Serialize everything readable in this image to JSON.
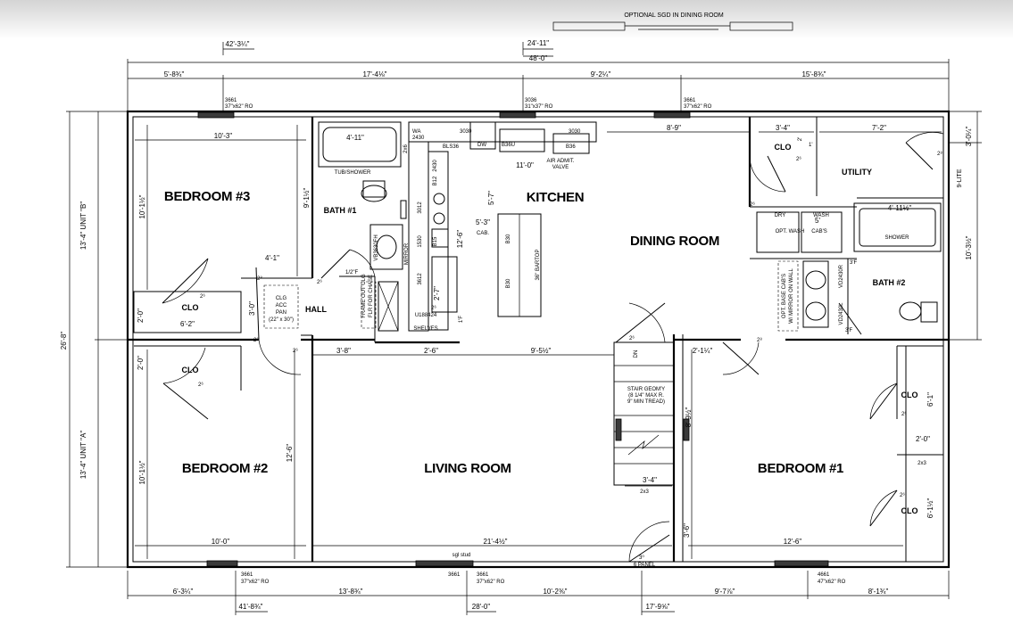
{
  "note": "OPTIONAL SGD IN DINING ROOM",
  "rooms": {
    "bedroom3": "BEDROOM #3",
    "bath1": "BATH #1",
    "kitchen": "KITCHEN",
    "dining": "DINING ROOM",
    "utility": "UTILITY",
    "bath2": "BATH #2",
    "hall": "HALL",
    "bedroom2": "BEDROOM #2",
    "living": "LIVING ROOM",
    "bedroom1": "BEDROOM #1",
    "clo": "CLO"
  },
  "labels": {
    "tub_shower": "TUB/SHOWER",
    "air_admit": "AIR ADMIT.",
    "valve": "VALVE",
    "mirror": "MIRROR",
    "frame_out_1": "FRAME OUT CLG",
    "frame_out_2": "FLR FOR CHASE",
    "clg_acc_pan_1": "CLG",
    "clg_acc_pan_2": "ACC",
    "clg_acc_pan_3": "PAN",
    "clg_acc_pan_4": "(22\" x 30\")",
    "cab": "CAB.",
    "bartop": "36\" BARTOP",
    "shelves": "SHELVES",
    "dry": "DRY",
    "wash": "WASH",
    "opt_wash": "OPT. WASH",
    "cabs": "CAB'S",
    "shower": "SHOWER",
    "opt_base_1": "OPT. BASE CAB'S",
    "opt_base_2": "W/ MIRROR ON WALL",
    "stair_1": "STAIR GEOM'Y",
    "stair_2": "(8 1/4\" MAX R.",
    "stair_3": "9\" MIN TREAD)",
    "dn": "DN",
    "sgl_stud": "sgl stud",
    "six_panel": "6 PANEL",
    "lite": "9-LITE",
    "unit_b": "13'-4\" UNIT \"B\"",
    "unit_a": "13'-4\" UNIT \"A\"",
    "overall_depth": "26'-8\""
  },
  "windows": {
    "w_top_left": [
      "3661",
      "37\"x62\" RO"
    ],
    "w_top_mid": [
      "3036",
      "31\"x37\" RO"
    ],
    "w_top_right": [
      "3661",
      "37\"x62\" RO"
    ],
    "w_bot_left": [
      "3661",
      "37\"x62\" RO"
    ],
    "w_bot_mid_a": "3661",
    "w_bot_mid_b": [
      "3661",
      "37\"x62\" RO"
    ],
    "w_bot_right": [
      "4661",
      "47\"x62\" RO"
    ]
  },
  "cabinets": {
    "wa2430": [
      "WA",
      "2430"
    ],
    "c3030a": "3030",
    "c3030b": "3030",
    "bls36": "BLS36",
    "dw": "DW",
    "b36u": "B36U",
    "b36": "B36",
    "c2430": "2430",
    "b12": "B12",
    "c3012": "3012",
    "b15": "B15",
    "c1530": "1530",
    "c3612": "3612",
    "c2x6": "2x6",
    "u188424": "U188424",
    "b30a": "B30",
    "b30b": "B30",
    "vb3": "VB3630FH",
    "vd1": "VD2430R",
    "vd2": "VD2430L",
    "x2x3a": "2x3",
    "x2x3b": "2x3"
  },
  "dims": {
    "top_42": "42'-3¼\"",
    "top_24": "24'-11\"",
    "top_48": "48'-0\"",
    "t1": "5'-8¾\"",
    "t2": "17'-4⅛\"",
    "t3": "9'-2¼\"",
    "t4": "15'-8¾\"",
    "b1": "6'-3¼\"",
    "b2": "13'-8¾\"",
    "b3": "10'-2⅜\"",
    "b4": "9'-7⅞\"",
    "b5": "8'-1¾\"",
    "bot_41": "41'-8¾\"",
    "bot_28": "28'-0\"",
    "bot_17": "17'-9⅝\"",
    "bed3_w": "10'-3\"",
    "bed3_h": "10'-1½\"",
    "bath1_h": "9'-1½\"",
    "tub": "4'-11\"",
    "kitchen_h": "5'-7\"",
    "kitchen_cab": "5'-3\"",
    "kitchen_len": "12'-6\"",
    "kitchen_w": "11'-0\"",
    "dining_top": "8'-9\"",
    "util_w": "3'-4\"",
    "util_w2": "7'-2\"",
    "util_r": "3'-0¼\"",
    "bath2_r": "10'-3½\"",
    "shower_w": "4'-11½\"",
    "bath2_top": "5'",
    "d3f_a": "3'F",
    "d3f_b": "3'F",
    "d1_2f": "1/2\"F",
    "hall_41": "4'-1\"",
    "clo_6_2": "6'-2\"",
    "clo_2_0a": "2'-0\"",
    "clo_3_0": "3'-0\"",
    "clo_2_0b": "2'-0\"",
    "hall_3_8": "3'-8\"",
    "pantry_2_6": "2'-6\"",
    "living_9_5": "9'-5½\"",
    "stair_2_1": "2'-1¼\"",
    "pantry_2_7": "2'-7\"",
    "pantry_1f": "1'F",
    "bed2_h": "10'-1½\"",
    "bed2_r": "12'-6\"",
    "bed2_w": "10'-0\"",
    "living_w": "21'-4½\"",
    "stair_h": "8'-9½\"",
    "stair_w": "3'-4\"",
    "stair_3_6": "3'-6\"",
    "bed1_w": "12'-6\"",
    "clo_6_1": "6'-1\"",
    "clo_2_0c": "2'-0\"",
    "clo_6_1b": "6'-1½\"",
    "util_1": "1'",
    "util_2": "2'",
    "door26": "2⁶",
    "door28": "2⁸",
    "door30": "3⁰"
  }
}
